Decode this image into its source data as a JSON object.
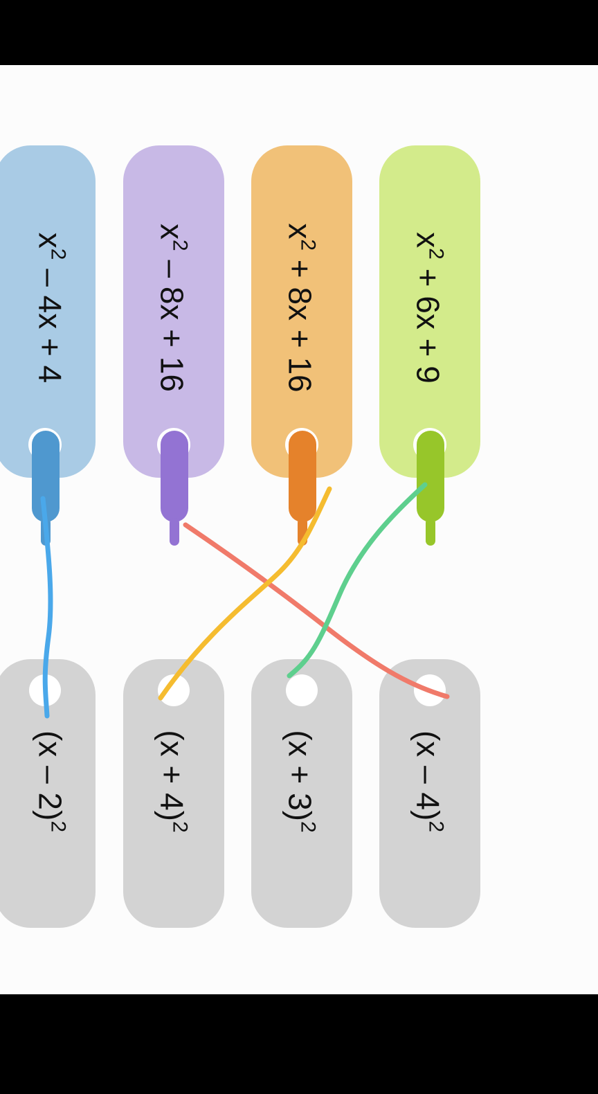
{
  "expressions": [
    {
      "base": "x",
      "exp": "2",
      "rest": " – 4x + 4",
      "color": "#a9cbe5",
      "plug_color": "#4f98cf"
    },
    {
      "base": "x",
      "exp": "2",
      "rest": " – 8x + 16",
      "color": "#c8b9e6",
      "plug_color": "#9373d3"
    },
    {
      "base": "x",
      "exp": "2",
      "rest": " + 8x + 16",
      "color": "#f1c178",
      "plug_color": "#e5822b"
    },
    {
      "base": "x",
      "exp": "2",
      "rest": " + 6x + 9",
      "color": "#d3eb8b",
      "plug_color": "#97c62a"
    }
  ],
  "factored": [
    {
      "text": "(x – 2)",
      "exp": "2"
    },
    {
      "text": "(x + 4)",
      "exp": "2"
    },
    {
      "text": "(x + 3)",
      "exp": "2"
    },
    {
      "text": "(x – 4)",
      "exp": "2"
    }
  ],
  "connections": [
    {
      "from": "x² – 4x + 4",
      "to": "(x – 2)²",
      "color": "#4aa8ea"
    },
    {
      "from": "x² – 8x + 16",
      "to": "(x – 4)²",
      "color": "#f07a6a"
    },
    {
      "from": "x² + 8x + 16",
      "to": "(x + 4)²",
      "color": "#f5bc30"
    },
    {
      "from": "x² + 6x + 9",
      "to": "(x + 3)²",
      "color": "#5ecf8e"
    }
  ]
}
